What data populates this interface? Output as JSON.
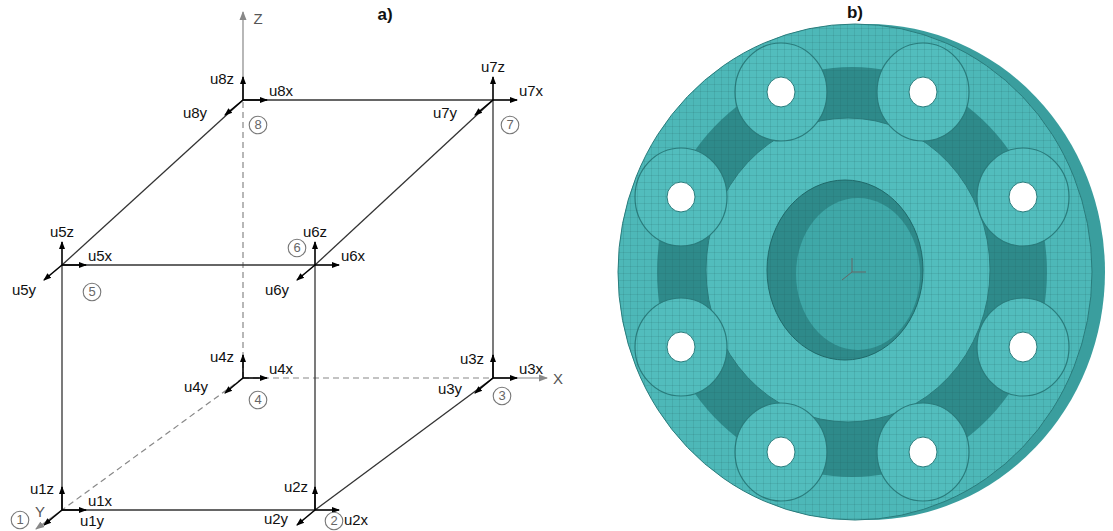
{
  "diagram": {
    "nodes": [
      {
        "text": [
          "1"
        ]
      },
      {
        "text": [
          "2"
        ]
      },
      {
        "text": [
          "3"
        ]
      },
      {
        "text": [
          "4"
        ]
      },
      {
        "text": [
          "5"
        ]
      },
      {
        "text": [
          "6"
        ]
      },
      {
        "text": [
          "7"
        ]
      },
      {
        "text": [
          "8"
        ]
      }
    ],
    "labels": [
      "a)",
      "b)",
      "Z",
      "X",
      "Y",
      "u1x",
      "u1y",
      "u1z",
      "u2x",
      "u2y",
      "u2z",
      "u3x",
      "u3y",
      "u3z",
      "u4x",
      "u4y",
      "u4z",
      "u5x",
      "u5y",
      "u5z",
      "u6x",
      "u6y",
      "u6z",
      "u7x",
      "u7y",
      "u7z",
      "u8x",
      "u8y",
      "u8z"
    ]
  }
}
